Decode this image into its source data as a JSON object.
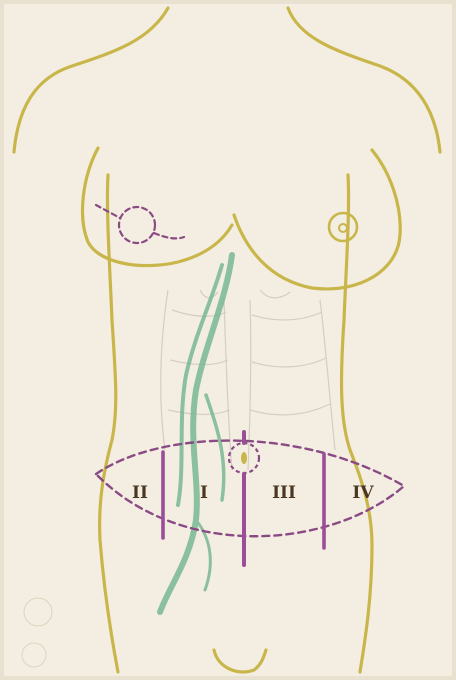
{
  "colors": {
    "paper": "#f4eee2",
    "paper_edge": "#e9e1cf",
    "outline": "#c9b64a",
    "incision": "#8a4a84",
    "zone_line": "#9b4e98",
    "vessel": "#79b894",
    "muscle": "#b9b4a6",
    "label_text": "#4a3620"
  },
  "zones": [
    {
      "id": "II",
      "label": "II"
    },
    {
      "id": "I",
      "label": "I"
    },
    {
      "id": "III",
      "label": "III"
    },
    {
      "id": "IV",
      "label": "IV"
    }
  ]
}
